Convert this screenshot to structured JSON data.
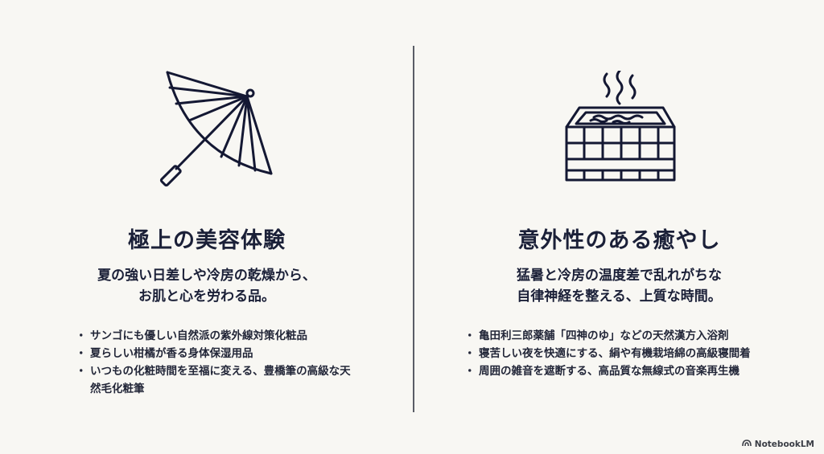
{
  "left": {
    "icon": "wagasa-umbrella-icon",
    "title": "極上の美容体験",
    "subtitle_lines": [
      "夏の強い日差しや冷房の乾燥から、",
      "お肌と心を労わる品。"
    ],
    "bullets": [
      "サンゴにも優しい自然派の紫外線対策化粧品",
      "夏らしい柑橘が香る身体保湿用品",
      "いつもの化粧時間を至福に変える、豊橋筆の高級な天然毛化粧筆"
    ]
  },
  "right": {
    "icon": "wooden-bathtub-steam-icon",
    "title": "意外性のある癒やし",
    "subtitle_lines": [
      "猛暑と冷房の温度差で乱れがちな",
      "自律神経を整える、上質な時間。"
    ],
    "bullets": [
      "亀田利三郎薬舗「四神のゆ」などの天然漢方入浴剤",
      "寝苦しい夜を快適にする、絹や有機栽培綿の高級寝間着",
      "周囲の雑音を遮断する、高品質な無線式の音楽再生機"
    ]
  },
  "branding": {
    "icon": "notebooklm-logo-icon",
    "label": "NotebookLM"
  },
  "colors": {
    "background": "#f8f7f3",
    "ink": "#1b2038",
    "divider": "#5a5d66"
  }
}
